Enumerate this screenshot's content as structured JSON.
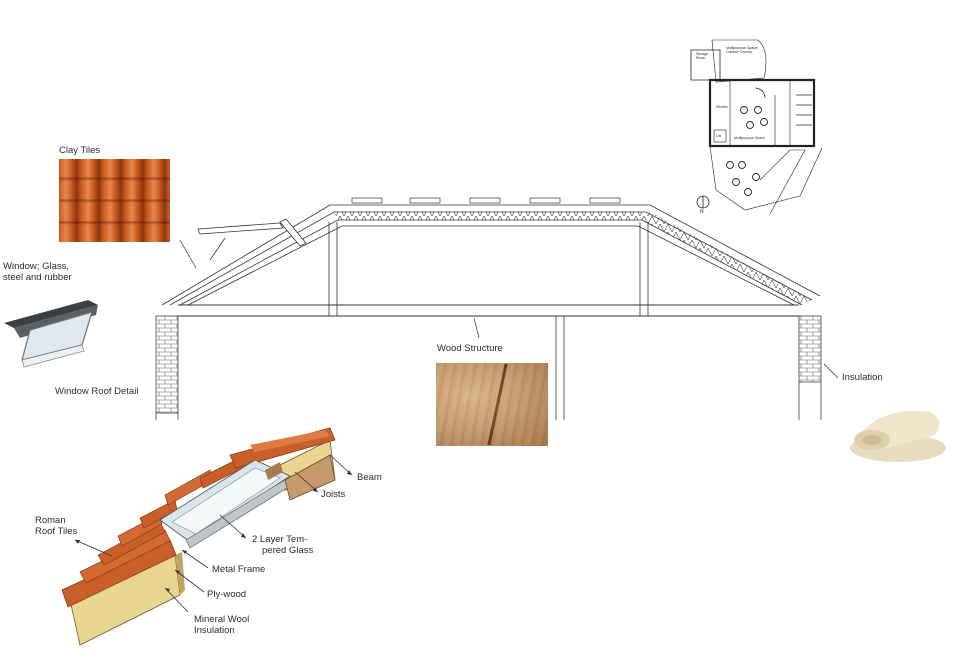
{
  "labels": {
    "clay_tiles": "Clay Tiles",
    "window_line1": "Window; Glass,",
    "window_line2": "steel and rubber",
    "window_roof_detail": "Window Roof Detail",
    "wood_structure": "Wood Structure",
    "insulation": "Insulation",
    "beam": "Beam",
    "joists": "Joists",
    "roman_line1": "Roman",
    "roman_line2": "Roof Tiles",
    "glass_line1": "2 Layer Tem-",
    "glass_line2": "pered Glass",
    "metal_frame": "Metal Frame",
    "plywood": "Ply-wood",
    "mineral_line1": "Mineral Wool",
    "mineral_line2": "Insulation"
  },
  "plan": {
    "storage": "Storage Room",
    "multipurpose_outdoor": "Multipurpose Space/ Outdoor Cinema",
    "kitchen": "Kitchen",
    "lift": "Lift",
    "multipurpose": "Multipurpose Space",
    "north": "N"
  },
  "colors": {
    "tile": "#c9602c",
    "tile_dark": "#9b3f17",
    "wood": "#c49a6c",
    "ply": "#e4cf87",
    "line": "#333333"
  }
}
